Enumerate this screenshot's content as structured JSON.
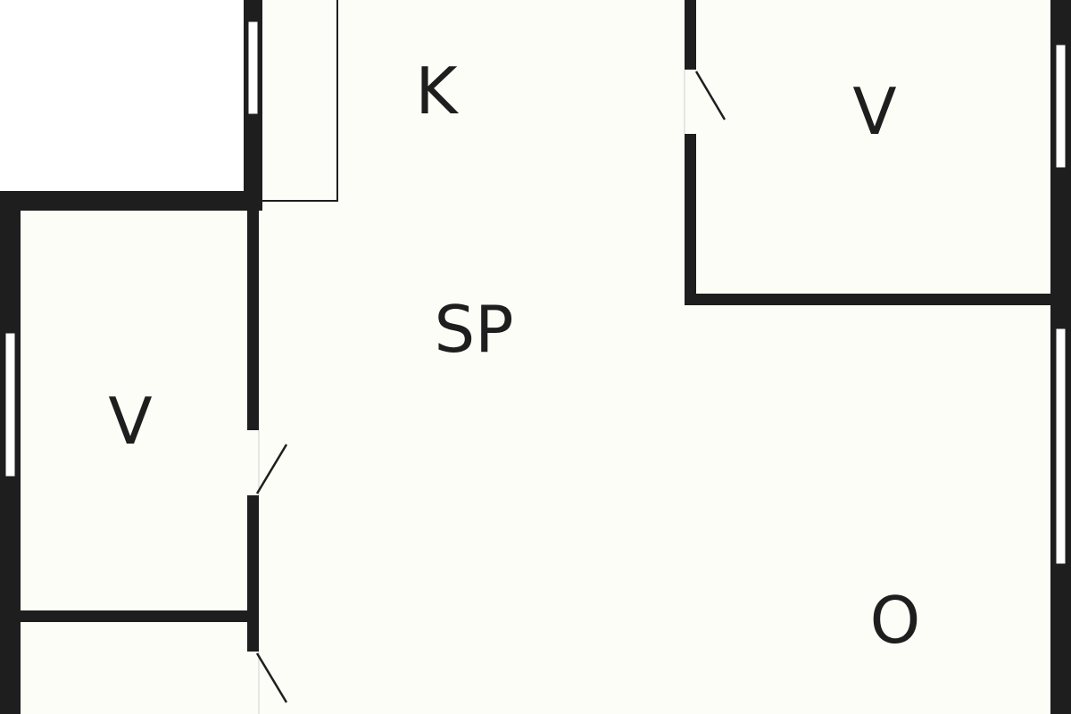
{
  "colors": {
    "floor": "#fcfdf7",
    "wall": "#1e1e1e",
    "outside": "#ffffff",
    "window_fill": "#ffffff"
  },
  "rooms": [
    {
      "id": "kitchen",
      "label": "K"
    },
    {
      "id": "bedroom-top-right",
      "label": "V"
    },
    {
      "id": "dining-hall",
      "label": "SP"
    },
    {
      "id": "bedroom-left",
      "label": "V"
    },
    {
      "id": "living-room",
      "label": "O"
    }
  ]
}
